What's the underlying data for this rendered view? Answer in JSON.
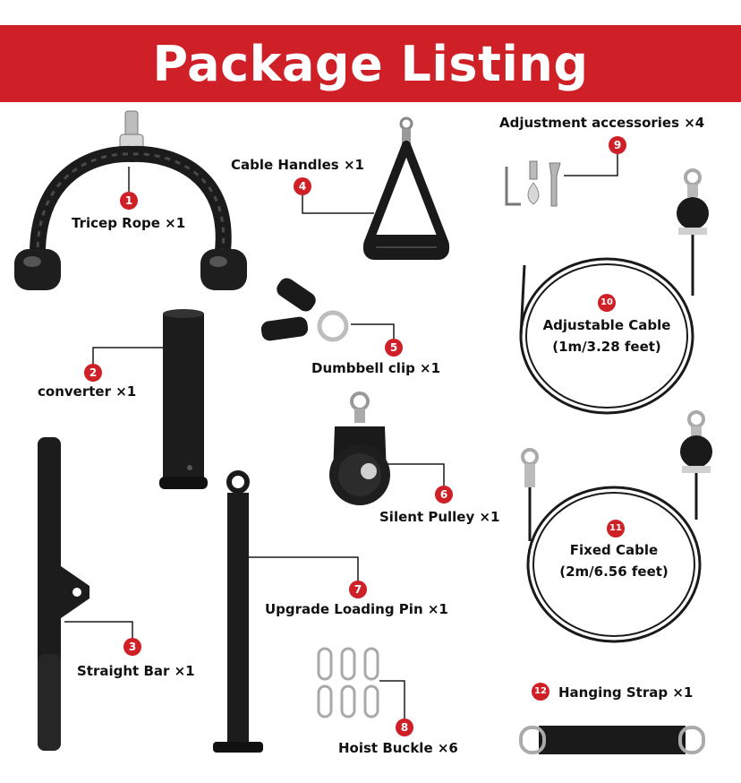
{
  "title": "Package Listing",
  "colors": {
    "banner": "#cf2027",
    "badge": "#cf2027",
    "product": "#1a1a1a",
    "metal": "#c9c9c9"
  },
  "items": [
    {
      "number": "1",
      "label": "Tricep Rope ×1",
      "icon": "tricep-rope-icon"
    },
    {
      "number": "2",
      "label": "converter ×1",
      "icon": "converter-tube-icon"
    },
    {
      "number": "3",
      "label": "Straight Bar ×1",
      "icon": "straight-bar-icon"
    },
    {
      "number": "4",
      "label": "Cable Handles ×1",
      "icon": "cable-handle-icon"
    },
    {
      "number": "5",
      "label": "Dumbbell clip ×1",
      "icon": "dumbbell-clip-icon"
    },
    {
      "number": "6",
      "label": "Silent Pulley ×1",
      "icon": "pulley-icon"
    },
    {
      "number": "7",
      "label": "Upgrade Loading Pin ×1",
      "icon": "loading-pin-icon"
    },
    {
      "number": "8",
      "label": "Hoist Buckle ×6",
      "icon": "carabiner-icon"
    },
    {
      "number": "9",
      "label": "Adjustment accessories ×4",
      "icon": "wrench-icon"
    },
    {
      "number": "10",
      "label": "Adjustable Cable",
      "sublabel": "(1m/3.28 feet)",
      "icon": "adjustable-cable-icon"
    },
    {
      "number": "11",
      "label": "Fixed Cable",
      "sublabel": "(2m/6.56 feet)",
      "icon": "fixed-cable-icon"
    },
    {
      "number": "12",
      "label": "Hanging Strap ×1",
      "icon": "hanging-strap-icon"
    }
  ]
}
